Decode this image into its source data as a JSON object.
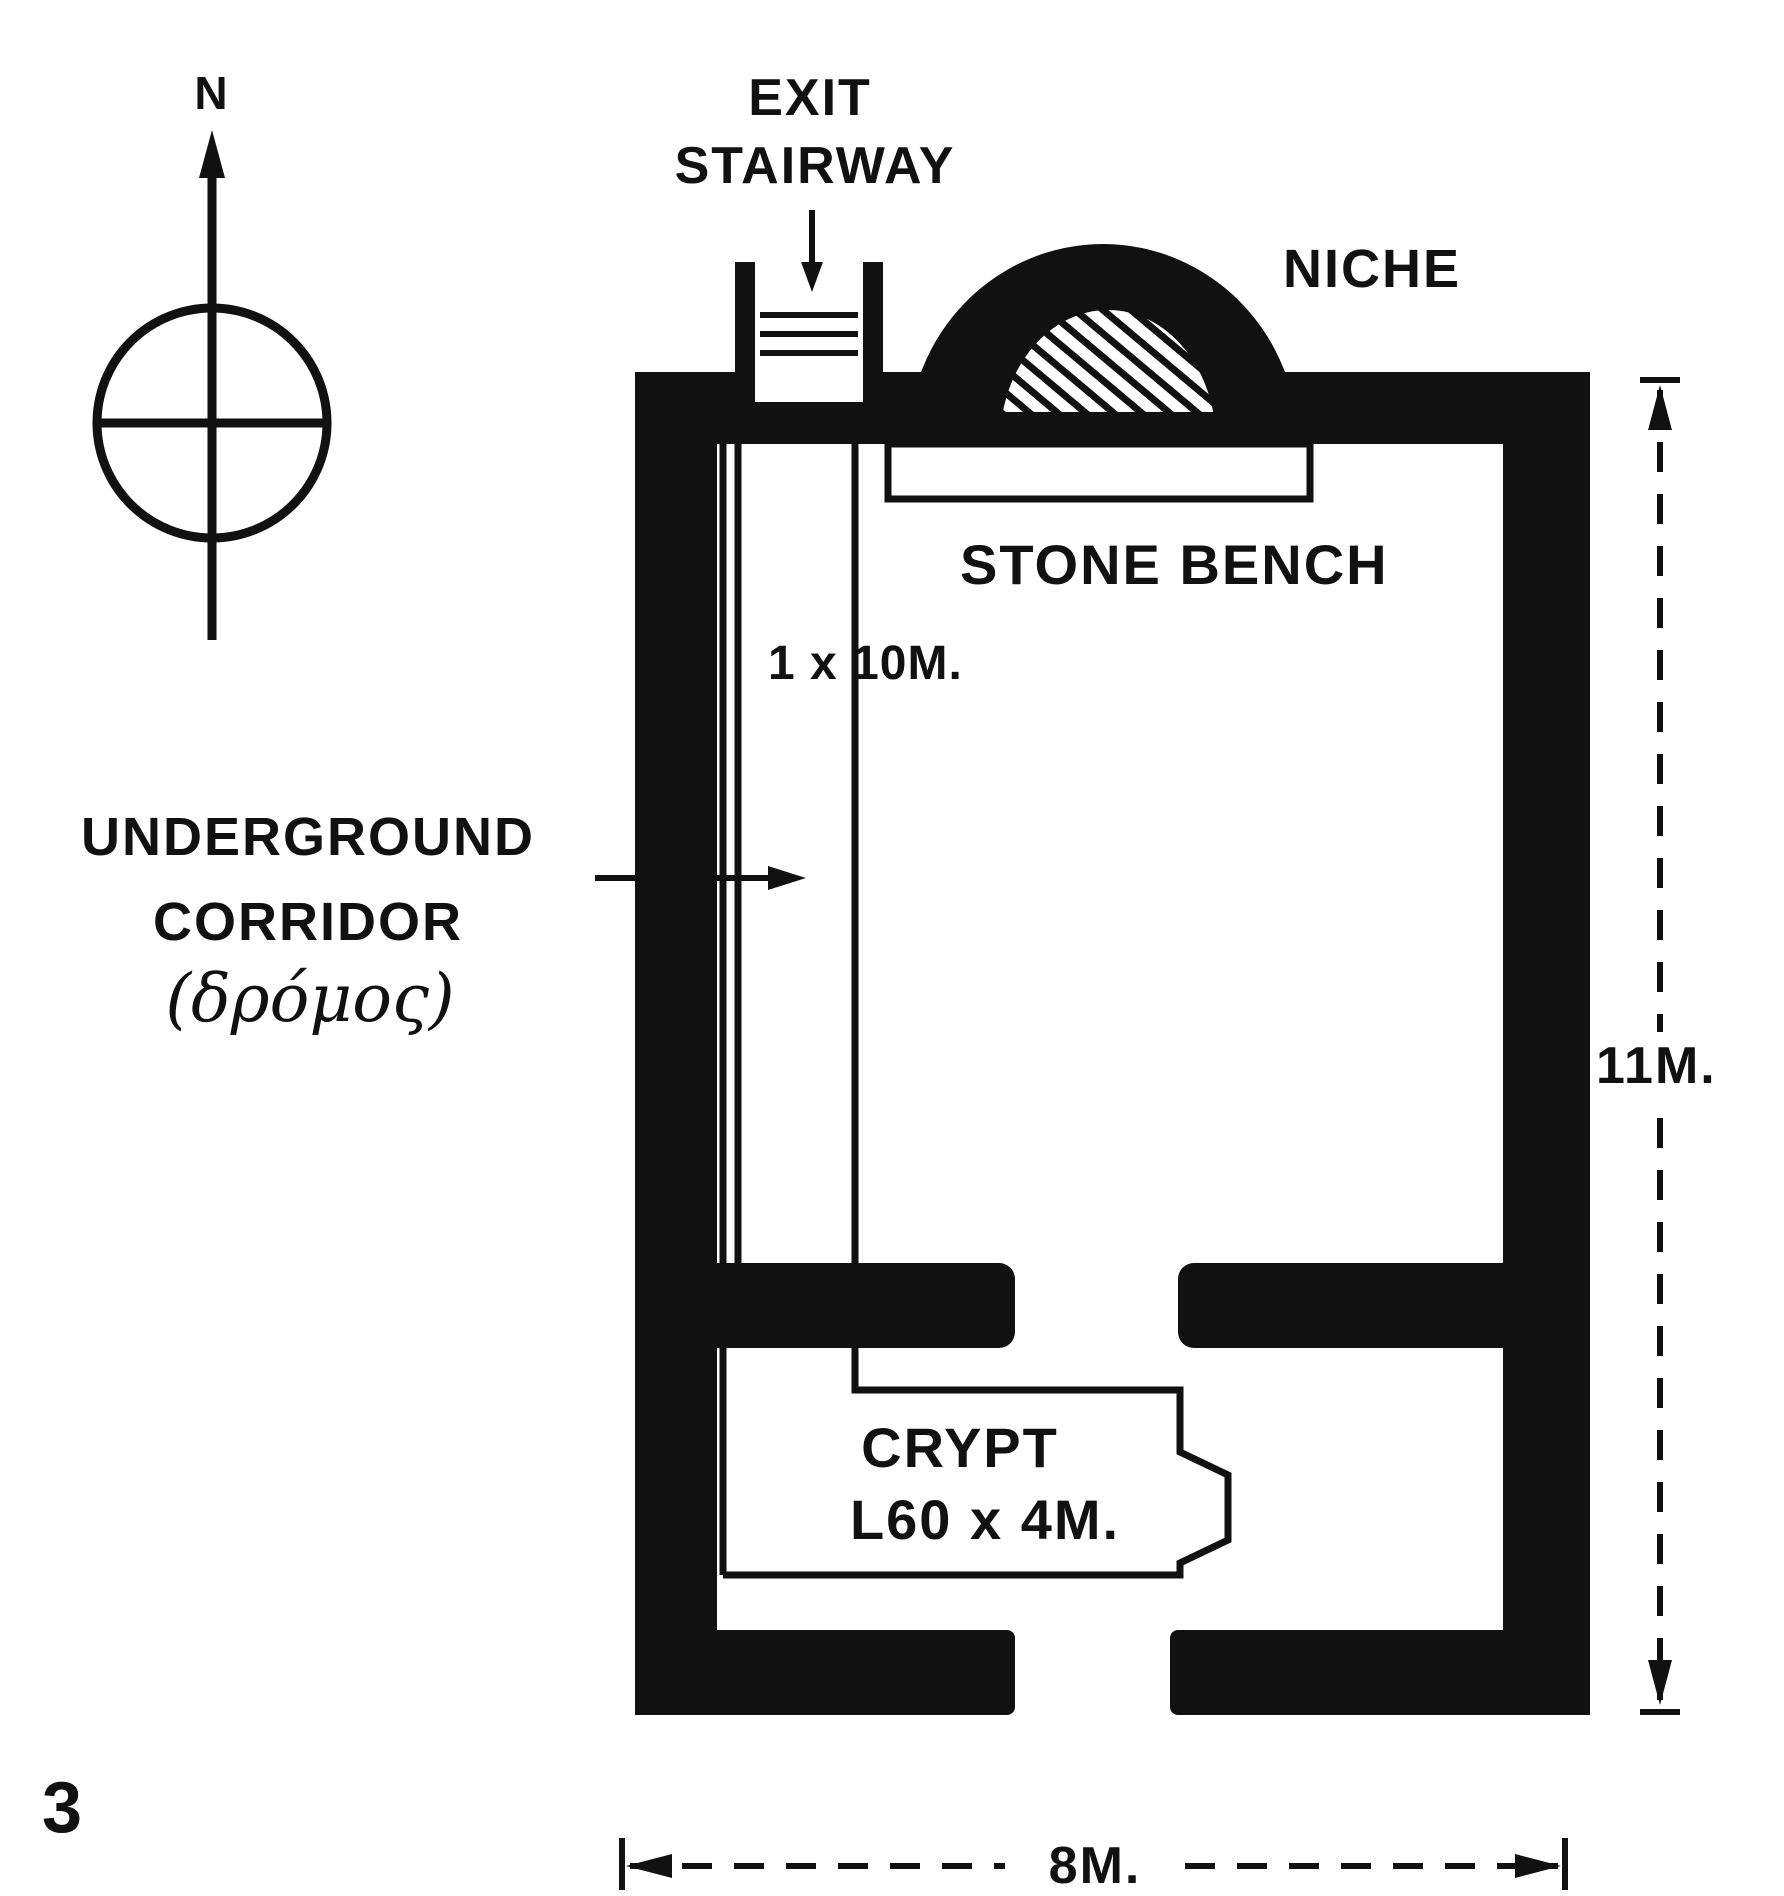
{
  "compass": {
    "north_label": "N"
  },
  "labels": {
    "exit_stairway": [
      "EXIT",
      "STAIRWAY"
    ],
    "niche": "NICHE",
    "stone_bench": "STONE BENCH",
    "corridor_size": "1 x 10M.",
    "underground_corridor": [
      "UNDERGROUND",
      "CORRIDOR"
    ],
    "corridor_greek": "(δρόμος)",
    "crypt": [
      "CRYPT",
      "L60 x 4M."
    ],
    "height_dimension": "11M.",
    "width_dimension": "8M."
  },
  "figure_number": "3",
  "colors": {
    "ink": "#111111",
    "background": "#ffffff"
  }
}
